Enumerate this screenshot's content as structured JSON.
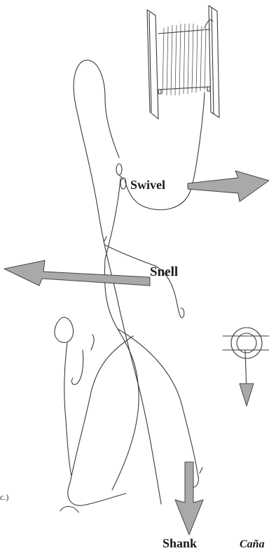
{
  "labels": {
    "swivel": "Swivel",
    "snell": "Snell",
    "shank": "Shank",
    "cana": "Caña",
    "fragment": "c.)"
  },
  "icons": {
    "reel": "spool-reel-icon",
    "hook": "fishing-hook-icon",
    "swivel": "swivel-icon",
    "knot": "loop-knot-icon",
    "arrow": "gray-arrow-icon"
  },
  "colors": {
    "arrow_fill": "#a9a9a9",
    "arrow_stroke": "#444444",
    "line": "#3a3a3a",
    "text": "#1a1a1a"
  }
}
